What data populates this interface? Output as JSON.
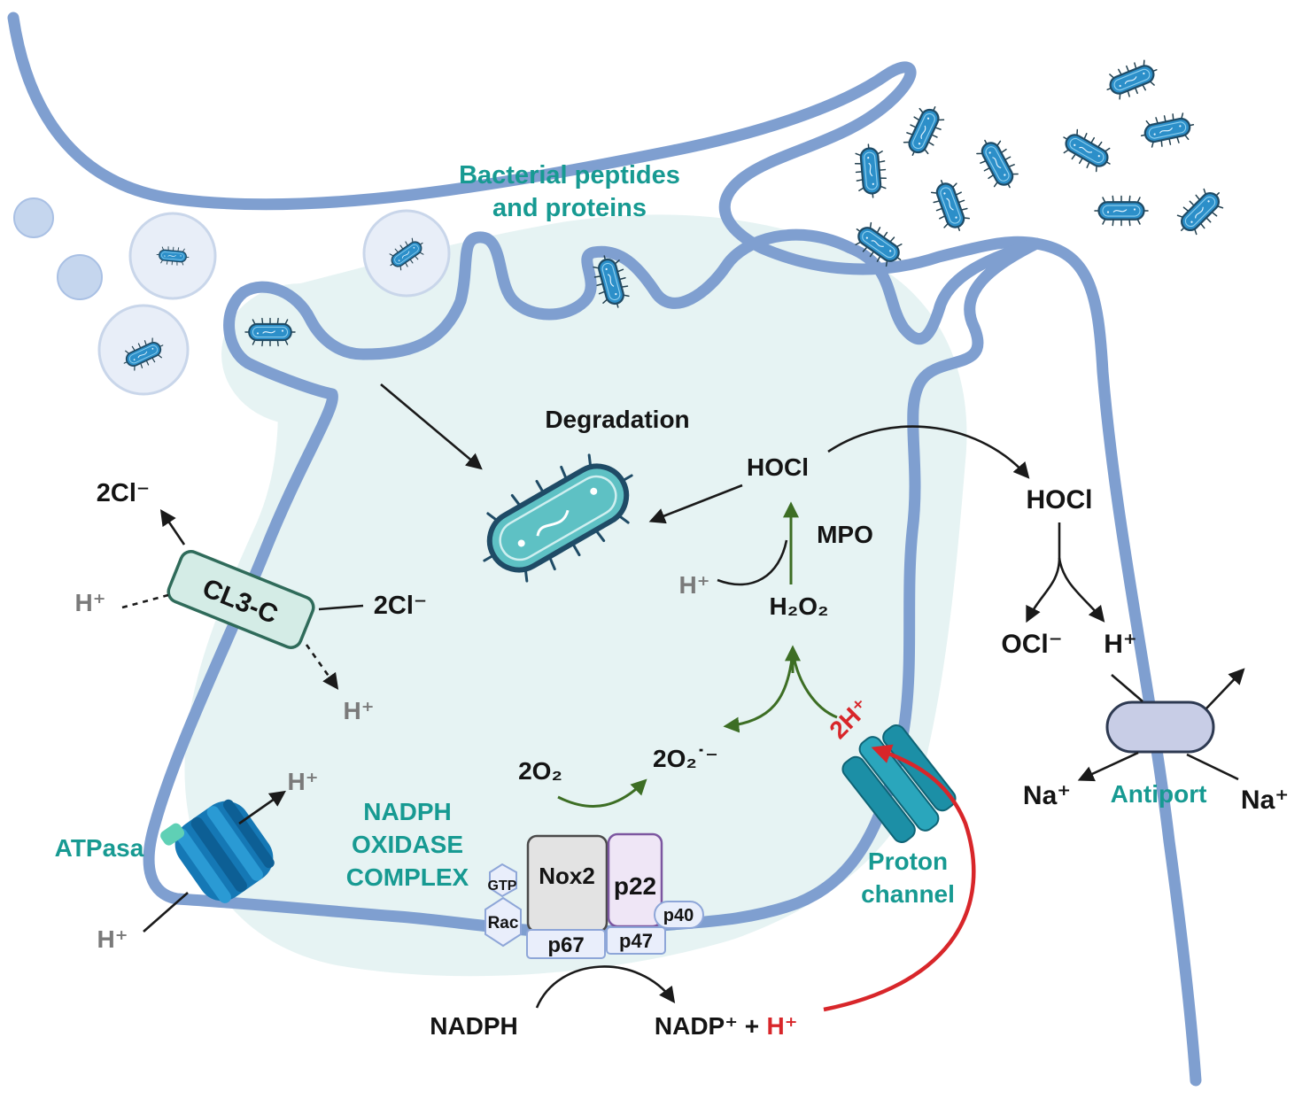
{
  "colors": {
    "cytoplasm": "#e6f3f3",
    "membrane": "#7f9fd0",
    "bacterium": "#2c8fc9",
    "bacterium_degraded": "#5ec1c4",
    "teal_label": "#179a92",
    "red_label": "#d8262a",
    "green_arrow": "#3d6e24",
    "clc_fill": "#d4ece6",
    "clc_stroke": "#2f6b5a",
    "antiport_fill": "#c8cde6",
    "nox2_fill": "#e3e3e3",
    "p22_fill": "#efe6f6"
  },
  "labels": {
    "bacterial_peptides_line1": "Bacterial peptides",
    "bacterial_peptides_line2": "and proteins",
    "degradation": "Degradation",
    "hocl_inside": "HOCl",
    "hocl_outside": "HOCl",
    "mpo": "MPO",
    "h_plus_mpo": "H⁺",
    "h2o2": "H₂O₂",
    "two_cl_top": "2Cl⁻",
    "two_cl_right": "2Cl⁻",
    "clc_name": "CL3-C",
    "h_plus_clc_left": "H⁺",
    "h_plus_clc_bottom": "H⁺",
    "ocl": "OCl⁻",
    "h_plus_out": "H⁺",
    "two_o2": "2O₂",
    "two_o2_minus": "2O₂˙⁻",
    "two_h_plus": "2H⁺",
    "atpasa": "ATPasa",
    "h_plus_atp_out": "H⁺",
    "h_plus_atp_in": "H⁺",
    "nadph_complex_line1": "NADPH",
    "nadph_complex_line2": "OXIDASE",
    "nadph_complex_line3": "COMPLEX",
    "proton_channel_line1": "Proton",
    "proton_channel_line2": "channel",
    "antiport": "Antiport",
    "na_left": "Na⁺",
    "na_right": "Na⁺",
    "nox2": "Nox2",
    "p22": "p22",
    "p40": "p40",
    "p47": "p47",
    "p67": "p67",
    "gtp": "GTP",
    "rac": "Rac",
    "nadph": "NADPH",
    "nadp_h": "NADP⁺ +",
    "nadp_h_red": "H⁺"
  },
  "icons": {
    "bacterium": "rod-bacterium-icon",
    "vesicle": "vesicle-icon",
    "atpase": "atpase-pump-icon",
    "proton_channel": "proton-channel-icon",
    "antiport": "antiport-icon",
    "clc": "chloride-channel-icon"
  }
}
